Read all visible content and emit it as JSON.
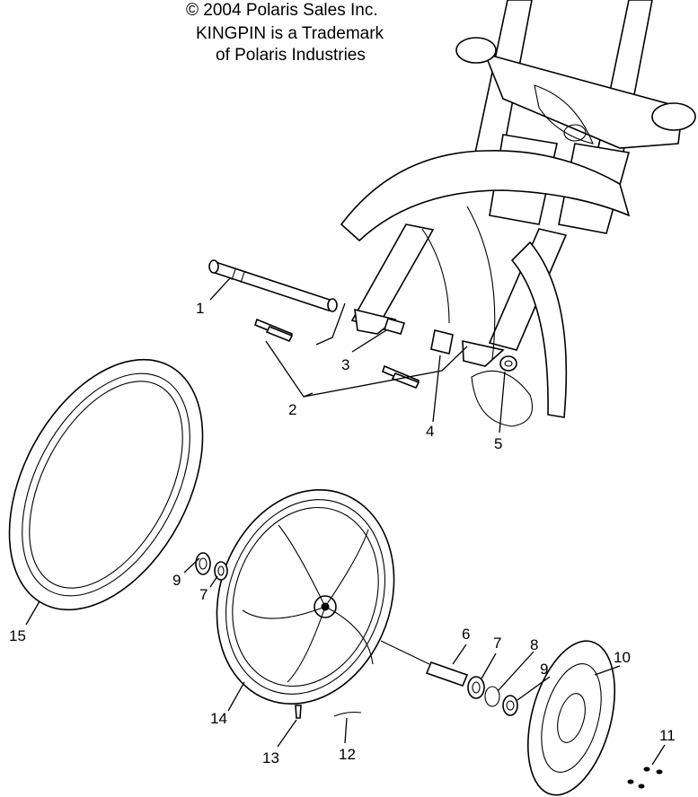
{
  "header": {
    "line1": "© 2004 Polaris Sales Inc.",
    "line2": "KINGPIN is a Trademark",
    "line3": "of Polaris Industries"
  },
  "callouts": [
    {
      "id": "1",
      "label": "1"
    },
    {
      "id": "2",
      "label": "2"
    },
    {
      "id": "3",
      "label": "3"
    },
    {
      "id": "4",
      "label": "4"
    },
    {
      "id": "5",
      "label": "5"
    },
    {
      "id": "6",
      "label": "6"
    },
    {
      "id": "7a",
      "label": "7"
    },
    {
      "id": "7b",
      "label": "7"
    },
    {
      "id": "8",
      "label": "8"
    },
    {
      "id": "9a",
      "label": "9"
    },
    {
      "id": "9b",
      "label": "9"
    },
    {
      "id": "10",
      "label": "10"
    },
    {
      "id": "11",
      "label": "11"
    },
    {
      "id": "12",
      "label": "12"
    },
    {
      "id": "13",
      "label": "13"
    },
    {
      "id": "14",
      "label": "14"
    },
    {
      "id": "15",
      "label": "15"
    }
  ]
}
